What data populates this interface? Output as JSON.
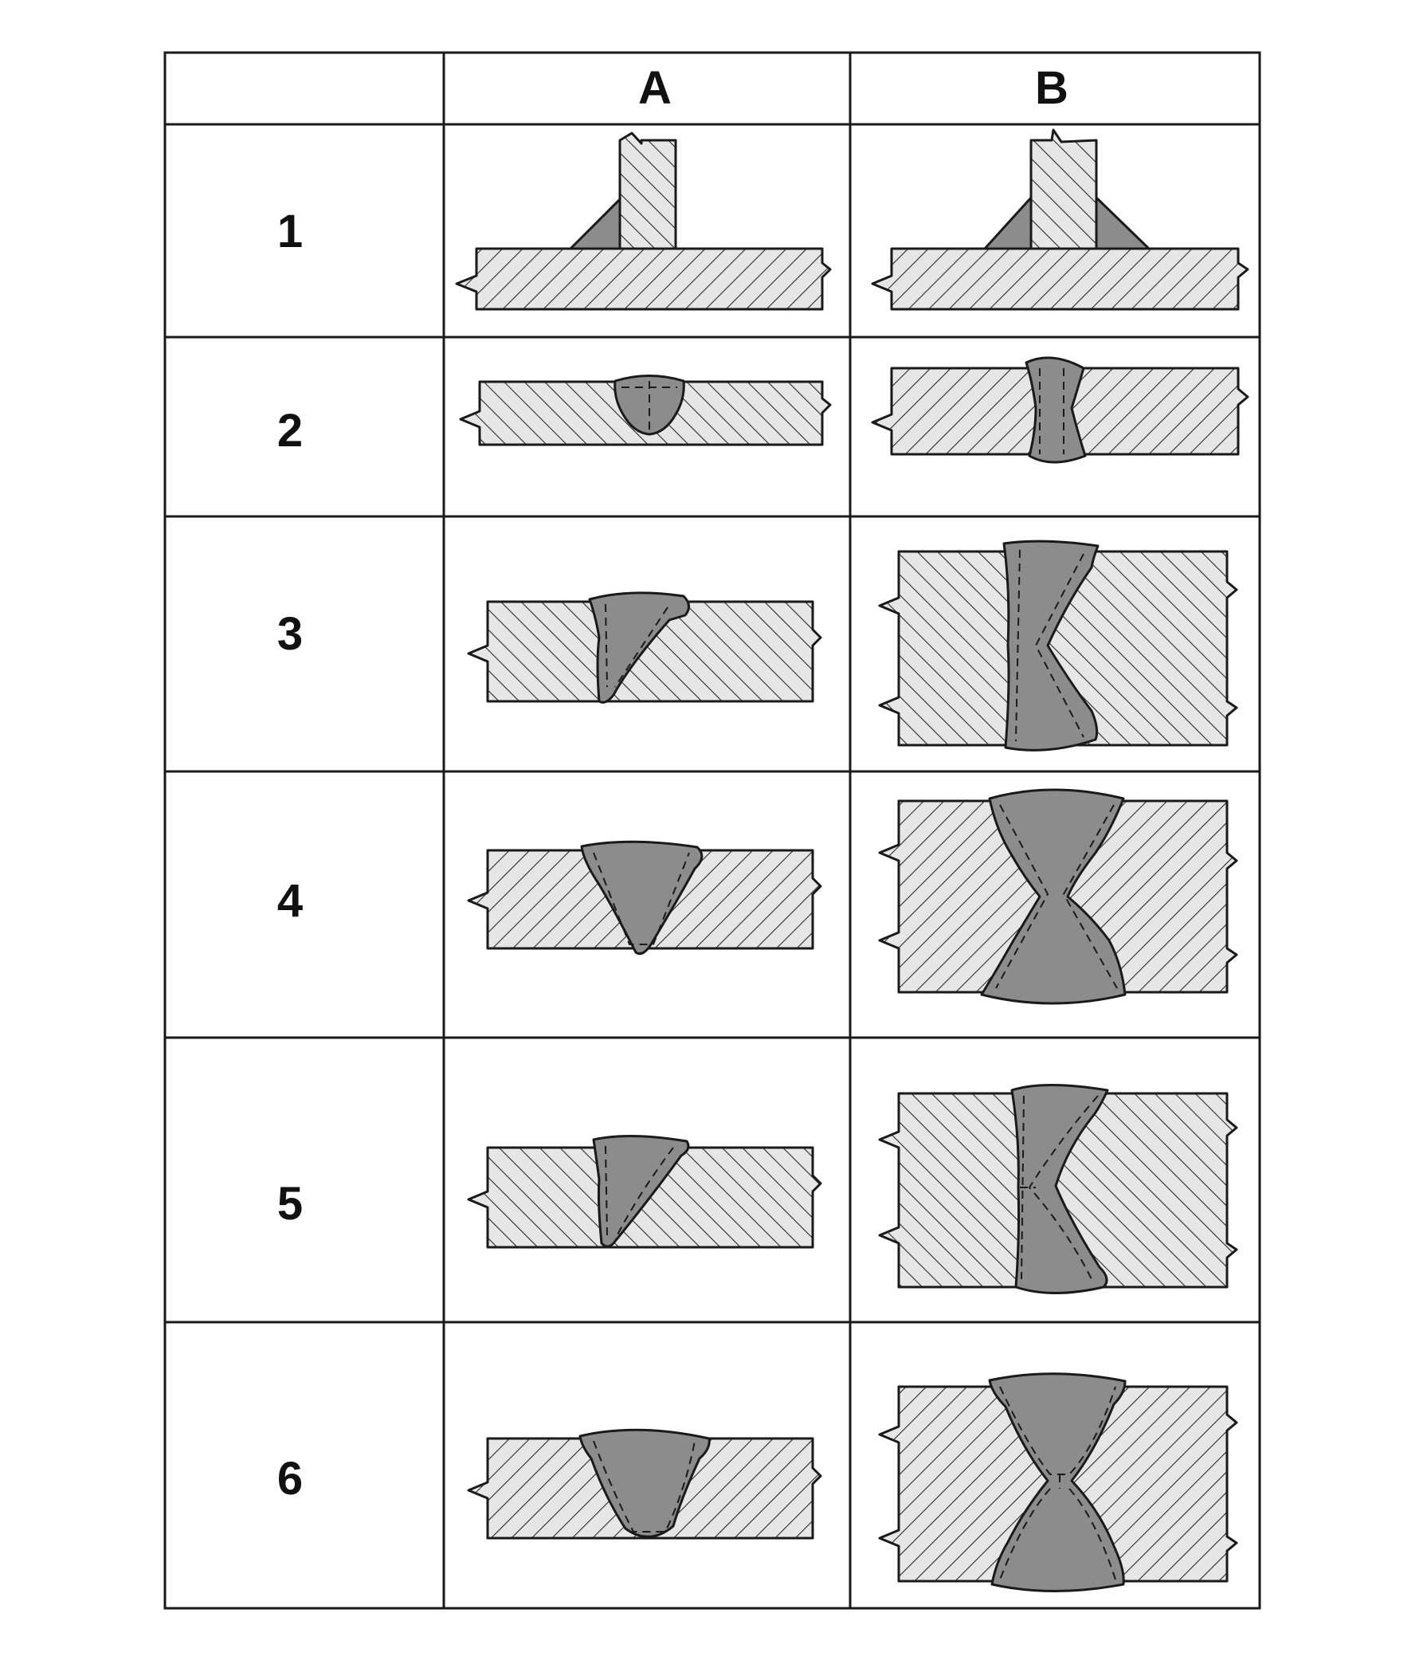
{
  "columns": [
    "",
    "A",
    "B"
  ],
  "rows": [
    {
      "label": "1",
      "a": "tee-fillet-one-side",
      "b": "tee-fillet-both-sides"
    },
    {
      "label": "2",
      "a": "square-butt-single",
      "b": "square-butt-double"
    },
    {
      "label": "3",
      "a": "single-bevel-groove",
      "b": "double-bevel-groove"
    },
    {
      "label": "4",
      "a": "single-v-groove",
      "b": "double-v-groove"
    },
    {
      "label": "5",
      "a": "single-j-groove",
      "b": "double-j-groove"
    },
    {
      "label": "6",
      "a": "single-u-groove",
      "b": "double-u-groove"
    }
  ],
  "colors": {
    "base_metal": "#e6e6e6",
    "weld_metal": "#8c8c8c",
    "outline": "#1a1a1a",
    "hatch": "#2a2a2a",
    "grid": "#1a1a1a"
  }
}
